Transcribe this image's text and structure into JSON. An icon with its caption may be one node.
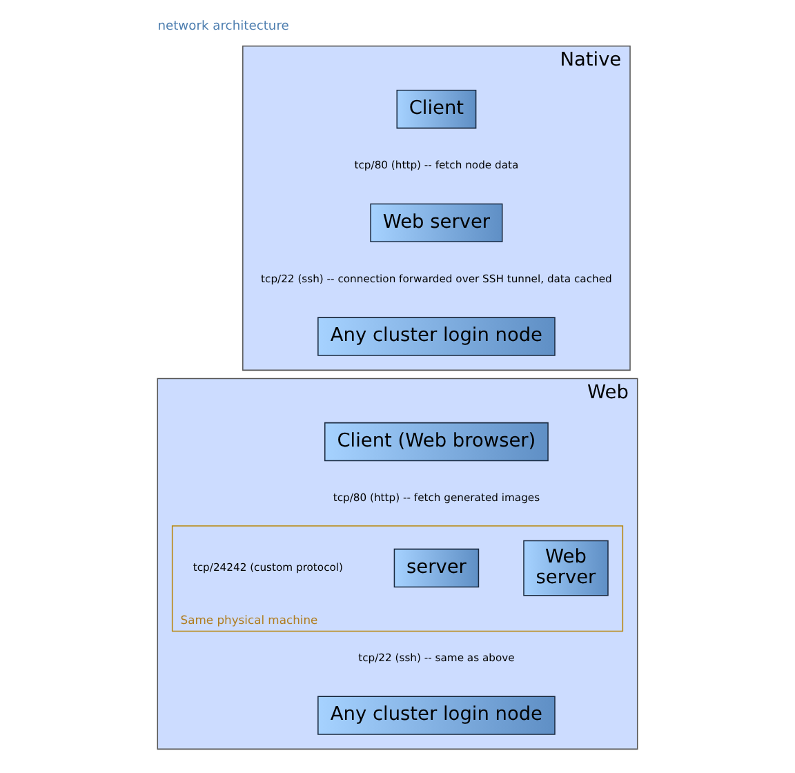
{
  "diagram": {
    "title": "network architecture",
    "nodes": [
      {
        "text": [
          "Native"
        ]
      },
      {
        "text": [
          "Client"
        ],
        "in": 0
      },
      {
        "text": [
          "Web server"
        ],
        "in": 0
      },
      {
        "text": [
          "Any cluster login node"
        ],
        "in": 0
      },
      {
        "text": [
          "Web"
        ]
      },
      {
        "text": [
          "Client (Web browser)"
        ],
        "in": 4
      },
      {
        "text": [
          "Same physical machine"
        ],
        "in": 4
      },
      {
        "text": [
          "Web server"
        ],
        "in": 6
      },
      {
        "text": [
          "server"
        ],
        "in": 6
      },
      {
        "text": [
          "Any cluster login node"
        ],
        "in": 4
      }
    ],
    "labels": [
      "tcp/80 (http) -- fetch node data",
      "tcp/22 (ssh) -- connection forwarded over SSH tunnel, data cached",
      "tcp/80 (http) -- fetch generated images",
      "tcp/24242 (custom protocol)",
      "tcp/22 (ssh) -- same as above"
    ]
  }
}
